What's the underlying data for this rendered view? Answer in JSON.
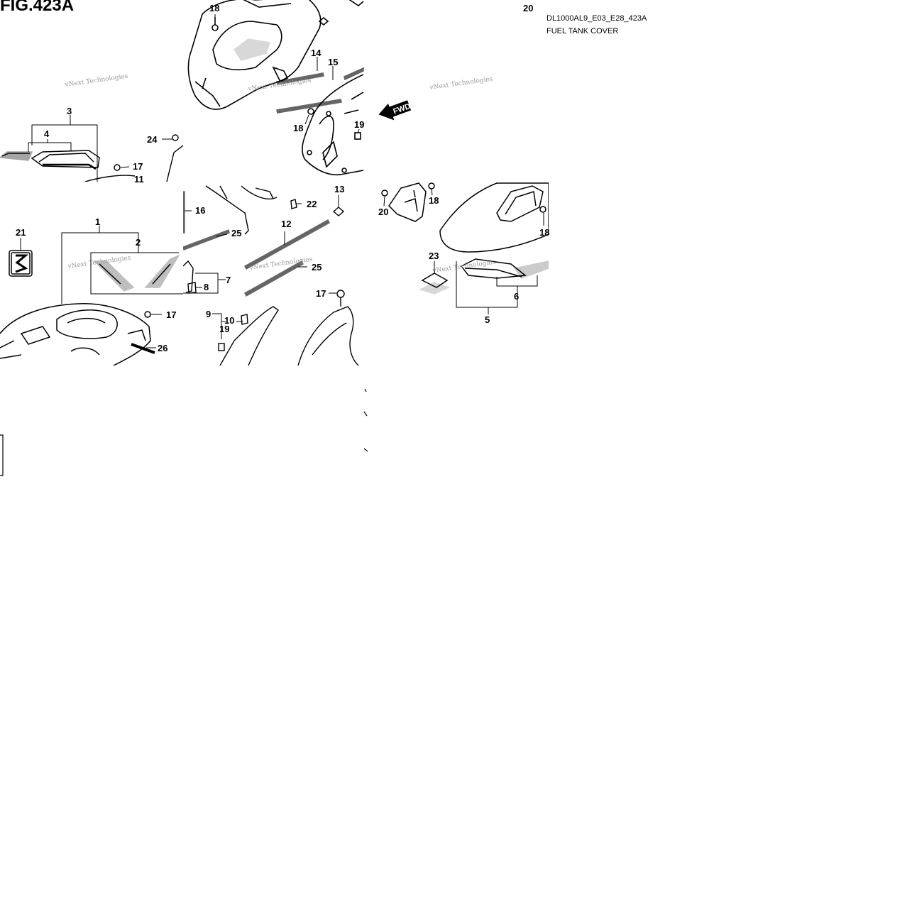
{
  "figure": {
    "title": "FIG.423A",
    "code": "DL1000AL9_E03_E28_423A",
    "name": "FUEL TANK COVER"
  },
  "direction_badge": "FWD",
  "watermark": "vNext Technologies",
  "callouts": {
    "c1": "1",
    "c2": "2",
    "c3": "3",
    "c4": "4",
    "c5": "5",
    "c6": "6",
    "c7": "7",
    "c8": "8",
    "c9": "9",
    "c10": "10",
    "c11": "11",
    "c12": "12",
    "c13": "13",
    "c14": "14",
    "c15": "15",
    "c16": "16",
    "c17a": "17",
    "c17b": "17",
    "c17c": "17",
    "c18a": "18",
    "c18b": "18",
    "c18c": "18",
    "c18d": "18",
    "c19a": "19",
    "c19b": "19",
    "c20a": "20",
    "c20b": "20",
    "c21": "21",
    "c22": "22",
    "c23": "23",
    "c24": "24",
    "c25a": "25",
    "c25b": "25",
    "c26": "26"
  }
}
